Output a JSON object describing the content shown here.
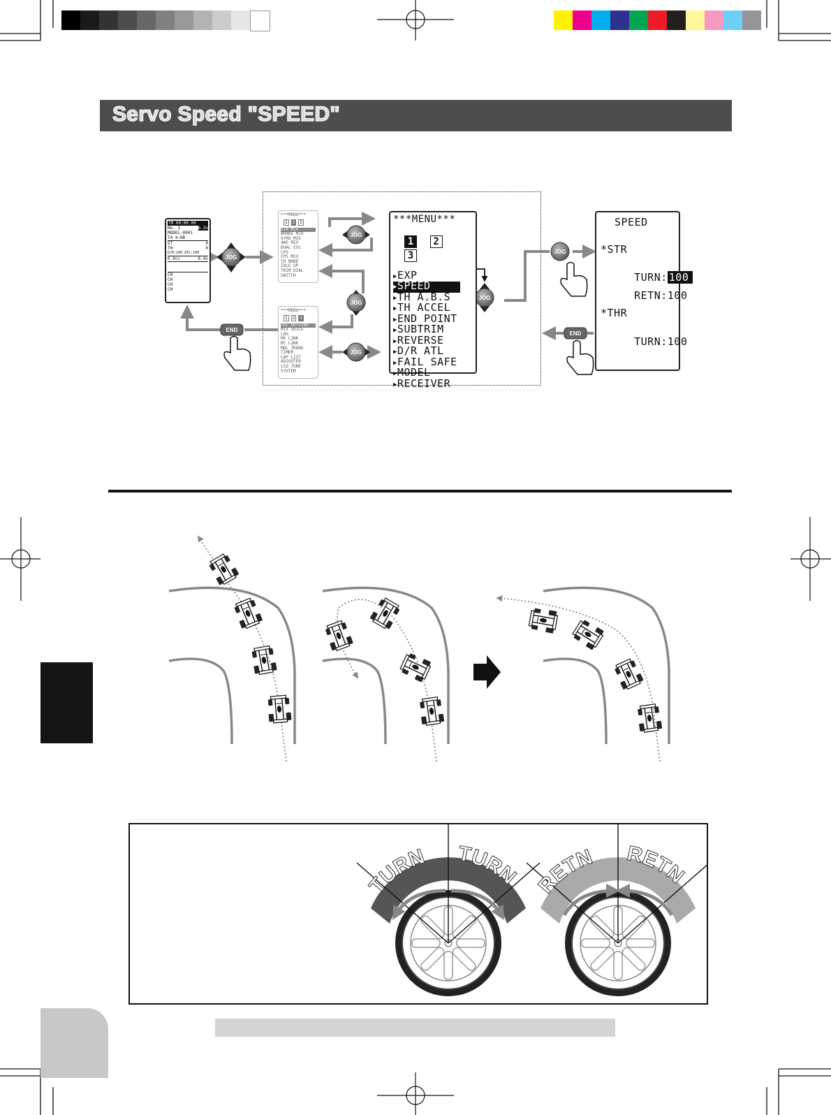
{
  "header": {
    "title": "Servo Speed \"SPEED\""
  },
  "colors": {
    "title_bar": "#4d4d4d",
    "title_text": "#d9d9d9",
    "gray_swatches": [
      "#000000",
      "#1a1a1a",
      "#333333",
      "#4d4d4d",
      "#666666",
      "#808080",
      "#999999",
      "#b3b3b3",
      "#cccccc",
      "#e6e6e6",
      "#ffffff"
    ],
    "color_swatches": [
      "#fff200",
      "#ec008c",
      "#00aeef",
      "#2e3192",
      "#00a651",
      "#ed1c24",
      "#231f20",
      "#fff799",
      "#f49ac1",
      "#6dcff6",
      "#939598"
    ]
  },
  "home_screen": {
    "timer": "TM 00:00.00",
    "model_no": "No. 1",
    "voltage_top": "6.3v",
    "model_name": "MODEL-0001",
    "tx_info": "T4 4-NR",
    "st_label": "ST",
    "st_value": "0",
    "th_label": "TH",
    "th_value": "0",
    "dr_atl": "D/R:100  ATL:100",
    "batt_left": "0.0cc",
    "batt_right": "6.4v",
    "ch_rows": [
      "CH",
      "CH",
      "CH",
      "CH"
    ]
  },
  "menu_page1_small": {
    "title": "***MENU***",
    "tabs": [
      "1",
      "2",
      "3"
    ],
    "items": [
      "STR MIX",
      "BRAKE MIX",
      "GYRO MIX",
      "4WS MIX",
      "DUAL ESC",
      "CPS",
      "CPS MIX",
      "TH MODE",
      "IDLE UP",
      "TRIM DIAL",
      "SWITCH"
    ]
  },
  "menu_page3_small": {
    "title": "***MENU***",
    "tabs": [
      "1",
      "2",
      "3"
    ],
    "items": [
      "TEL SETTING",
      "MIX VOICE",
      "LOG",
      "MX LINK",
      "MC LINK",
      "MDL TRANS",
      "TIMER",
      "LAP LIST",
      "ADJUSTER",
      "LCD TUNE",
      "SYSTEM"
    ]
  },
  "main_menu": {
    "title": "***MENU***",
    "tabs": [
      "1",
      "2",
      "3"
    ],
    "items": [
      "EXP",
      "SPEED",
      "TH A.B.S",
      "TH ACCEL",
      "END POINT",
      "SUBTRIM",
      "REVERSE",
      "D/R ATL",
      "FAIL SAFE",
      "MODEL",
      "RECEIVER"
    ],
    "selected_index": 1
  },
  "speed_screen": {
    "title": "SPEED",
    "str_header": "*STR",
    "str_turn_label": "TURN:",
    "str_turn_value": "100",
    "str_retn_label": "RETN:",
    "str_retn_value": "100",
    "thr_header": "*THR",
    "thr_turn_label": "TURN:",
    "thr_turn_value": "100"
  },
  "buttons": {
    "jog": "JOG",
    "end": "END"
  },
  "wheel_diagram": {
    "left_labels": [
      "TURN",
      "TURN"
    ],
    "right_labels": [
      "RETN",
      "RETN"
    ]
  }
}
